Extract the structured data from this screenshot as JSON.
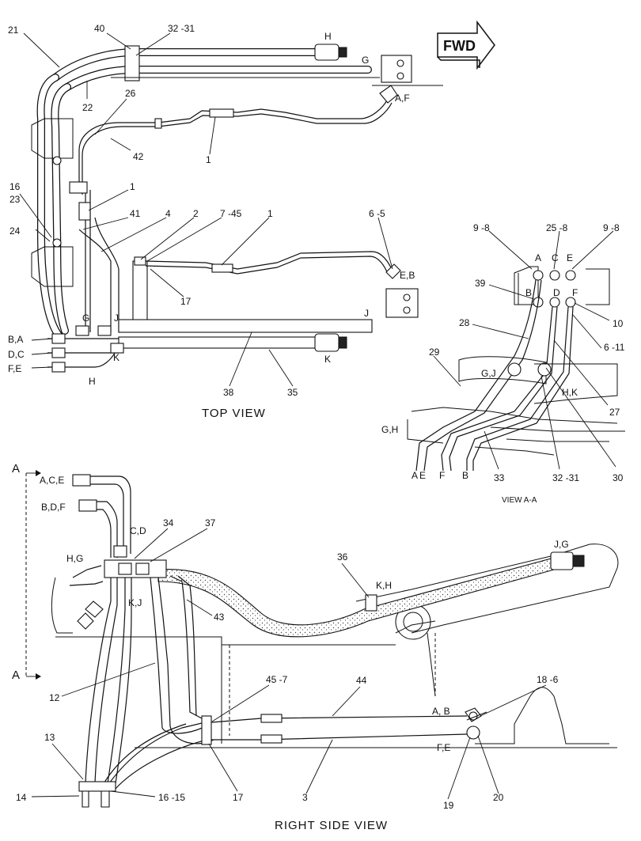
{
  "direction_badge": "FWD",
  "views": {
    "top": "TOP VIEW",
    "side": "RIGHT SIDE VIEW",
    "section": "VIEW A-A",
    "section_marker_top": "A",
    "section_marker_bottom": "A"
  },
  "top_view_callouts": [
    "21",
    "40",
    "32 -31",
    "22",
    "26",
    "42",
    "1",
    "1",
    "16",
    "23",
    "24",
    "41",
    "4",
    "2",
    "7 -45",
    "1",
    "6 -5",
    "17",
    "38",
    "35"
  ],
  "top_view_letters": [
    "H",
    "G",
    "A,F",
    "E,B",
    "G",
    "J",
    "J",
    "K",
    "K",
    "H",
    "B,A",
    "D,C",
    "F,E"
  ],
  "section_view_callouts": [
    "9 -8",
    "25 -8",
    "9 -8",
    "39",
    "10",
    "28",
    "6 -11",
    "29",
    "27",
    "33",
    "32 -31",
    "30"
  ],
  "section_view_letters": [
    "A",
    "C",
    "E",
    "B",
    "D",
    "F",
    "G,J",
    "H,K",
    "G,H",
    "A",
    "E",
    "F",
    "B"
  ],
  "side_view_callouts": [
    "34",
    "37",
    "36",
    "43",
    "12",
    "45 -7",
    "44",
    "18 -6",
    "13",
    "14",
    "16 -15",
    "17",
    "3",
    "19",
    "20"
  ],
  "side_view_letters": [
    "A,C,E",
    "B,D,F",
    "C,D",
    "H,G",
    "K,J",
    "K,H",
    "J,G",
    "A, B",
    "F,E"
  ]
}
